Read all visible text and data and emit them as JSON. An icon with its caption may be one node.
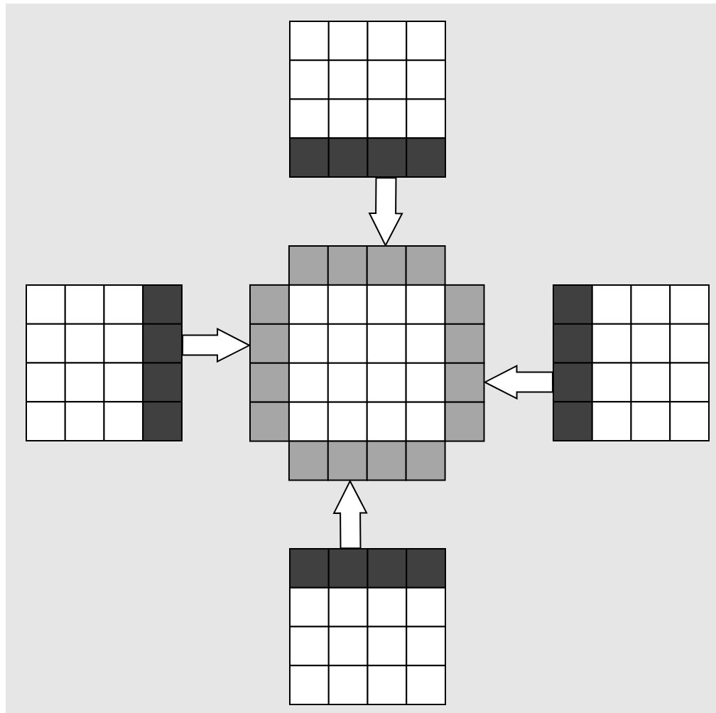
{
  "diagram": {
    "nodes": [
      {
        "text": [],
        "shape": "picture"
      },
      {
        "text": [],
        "shape": "picture"
      },
      {
        "text": [],
        "shape": "picture"
      },
      {
        "text": [],
        "shape": "picture"
      },
      {
        "text": [],
        "shape": "picture"
      }
    ],
    "edges": [
      {
        "from": 0,
        "to": 2,
        "arrow": "to"
      },
      {
        "from": 1,
        "to": 2,
        "arrow": "to"
      },
      {
        "from": 3,
        "to": 2,
        "arrow": "to"
      },
      {
        "from": 4,
        "to": 2,
        "arrow": "to"
      }
    ]
  }
}
